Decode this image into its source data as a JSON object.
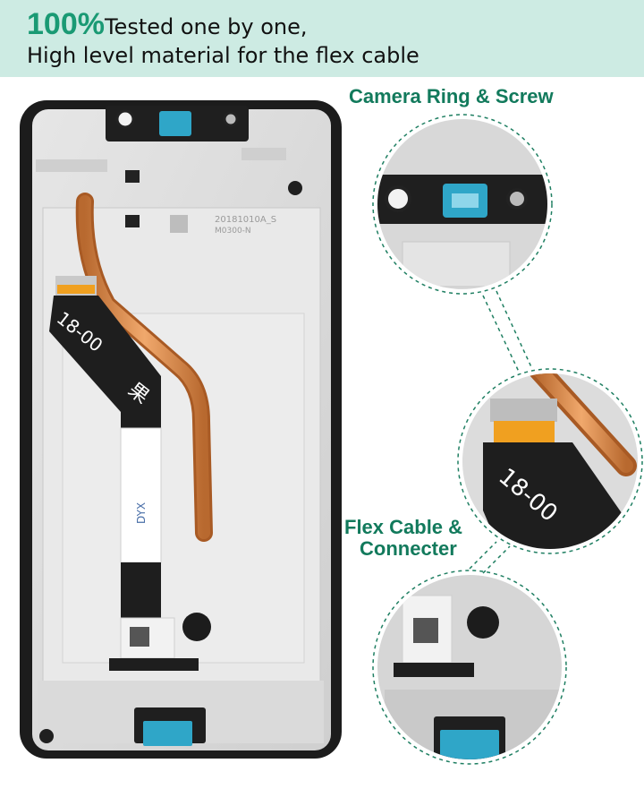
{
  "banner": {
    "percent": "100%",
    "line1": "Tested one by one,",
    "line2": "High level material for the flex cable"
  },
  "callouts": {
    "camera": "Camera Ring & Screw",
    "flex_line1": "Flex Cable &",
    "flex_line2": "Connecter"
  },
  "product": {
    "date_stamp": "20181010A_S",
    "model_stamp": "M0300-N",
    "flex_marking": "18-00",
    "flex_char": "果",
    "flex_lot": "DYX"
  },
  "colors": {
    "banner_bg": "#cdebe3",
    "accent_green": "#1a9a74",
    "callout_green": "#127a5c",
    "copper": "#d98a52",
    "frame_silver": "#dcdcdc",
    "bezel_black": "#1c1c1c",
    "connector_blue": "#2fa6c8"
  }
}
